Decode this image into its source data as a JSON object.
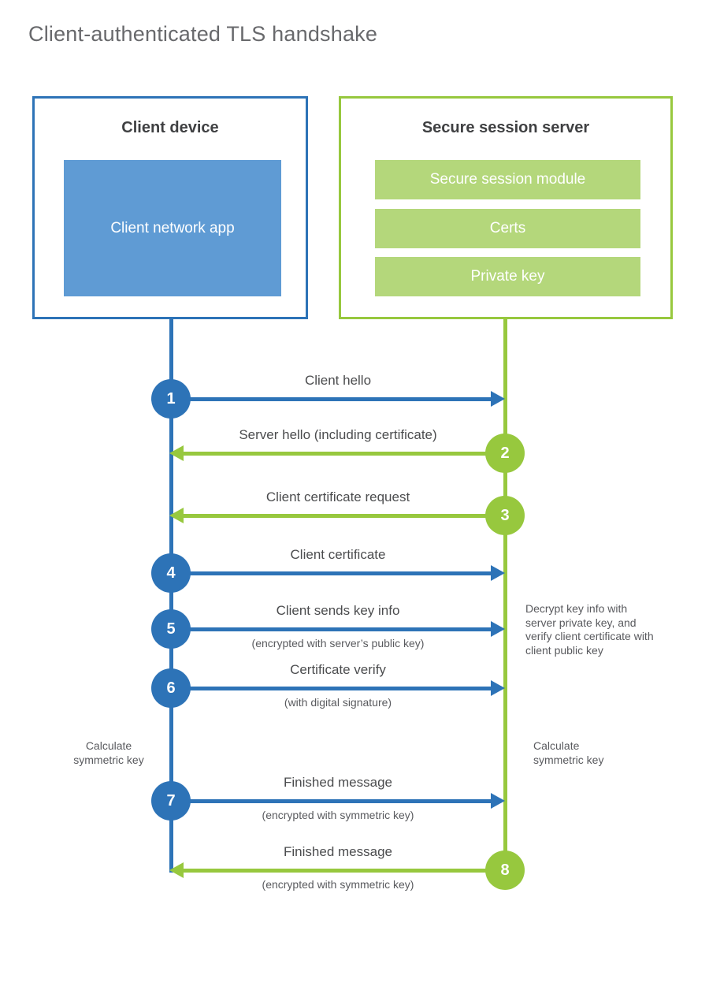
{
  "title": "Client-authenticated TLS handshake",
  "colors": {
    "blue": "#2d73b7",
    "blue_fill": "#5f9bd4",
    "green": "#97c83e",
    "green_fill": "#b4d77b",
    "heading_text": "#3f4042",
    "label_text": "#4b4c4e",
    "muted_text": "#595a5e",
    "title_text": "#68696c"
  },
  "client": {
    "title": "Client device",
    "app_label": "Client network app"
  },
  "server": {
    "title": "Secure session server",
    "modules": [
      "Secure session module",
      "Certs",
      "Private key"
    ]
  },
  "steps": [
    {
      "num": "1",
      "from": "client",
      "to": "server",
      "label": "Client hello",
      "sublabel": ""
    },
    {
      "num": "2",
      "from": "server",
      "to": "client",
      "label": "Server hello (including certificate)",
      "sublabel": ""
    },
    {
      "num": "3",
      "from": "server",
      "to": "client",
      "label": "Client certificate request",
      "sublabel": ""
    },
    {
      "num": "4",
      "from": "client",
      "to": "server",
      "label": "Client certificate",
      "sublabel": ""
    },
    {
      "num": "5",
      "from": "client",
      "to": "server",
      "label": "Client sends key info",
      "sublabel": "(encrypted with server’s public key)"
    },
    {
      "num": "6",
      "from": "client",
      "to": "server",
      "label": "Certificate verify",
      "sublabel": "(with digital signature)"
    },
    {
      "num": "7",
      "from": "client",
      "to": "server",
      "label": "Finished message",
      "sublabel": "(encrypted with symmetric key)"
    },
    {
      "num": "8",
      "from": "server",
      "to": "client",
      "label": "Finished message",
      "sublabel": "(encrypted with symmetric key)"
    }
  ],
  "annotations": {
    "server_note": "Decrypt key info with server private key, and verify client certificate with client public key",
    "client_calc": "Calculate symmetric key",
    "server_calc": "Calculate symmetric key"
  }
}
